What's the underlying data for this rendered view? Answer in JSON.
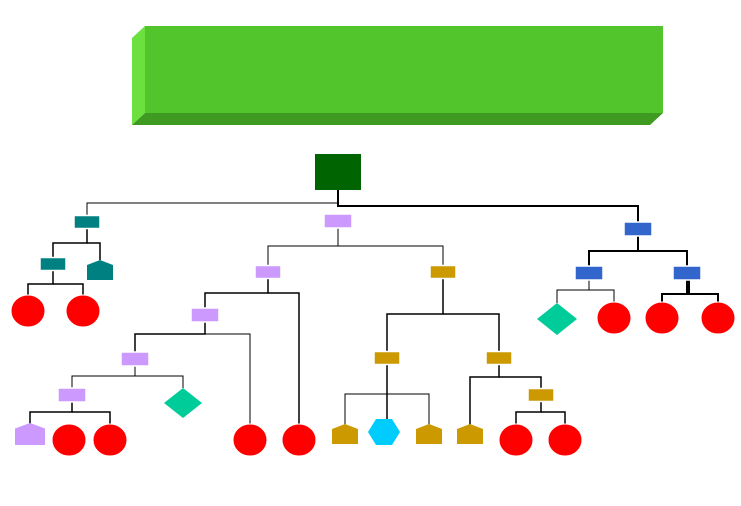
{
  "banner": {
    "title": ""
  },
  "colors": {
    "banner_face": "#52c42c",
    "banner_left": "#6be03f",
    "banner_bottom": "#3f9a21",
    "root": "#006400",
    "teal": "#008080",
    "lavender": "#cc99ff",
    "gold": "#cc9900",
    "blue": "#3366cc",
    "leaf_red": "#ff0000",
    "diamond": "#00cc99",
    "hexagon": "#00ccff",
    "line": "#000000"
  },
  "diagram": {
    "type": "hierarchy",
    "node_shapes": [
      "rectangle",
      "pentagon",
      "circle",
      "diamond",
      "hexagon"
    ],
    "branches": [
      "teal",
      "lavender",
      "gold",
      "blue"
    ]
  }
}
